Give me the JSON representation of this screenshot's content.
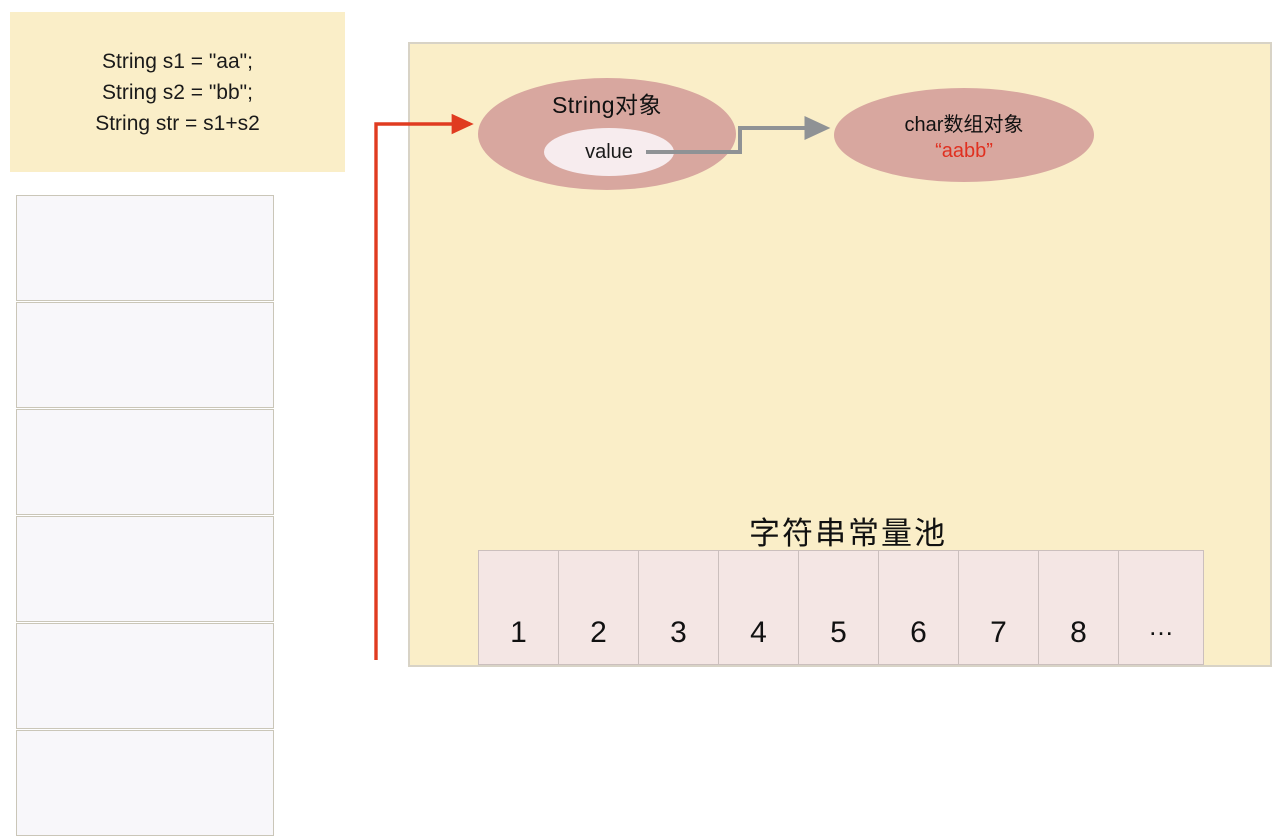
{
  "code_box": {
    "lines": [
      "String s1 = \"aa\";",
      "String s2 = \"bb\";",
      "String str = s1+s2"
    ]
  },
  "stack_table": {
    "rows": [
      "",
      "",
      "",
      "",
      "",
      ""
    ]
  },
  "heap": {
    "string_object": {
      "label": "String对象",
      "field_label": "value"
    },
    "char_array_object": {
      "label": "char数组对象",
      "value": "“aabb”"
    }
  },
  "string_pool": {
    "title": "字符串常量池",
    "cells": [
      "1",
      "2",
      "3",
      "4",
      "5",
      "6",
      "7",
      "8",
      "…"
    ]
  },
  "colors": {
    "code_box_bg": "#faeec8",
    "heap_panel_bg": "#faeec8",
    "heap_panel_border": "#d8d3c6",
    "ellipse_fill": "#d8a79f",
    "value_ellipse_fill": "#f7ecee",
    "pool_cell_bg": "#f4e6e4",
    "pool_cell_border": "#cbbfbd",
    "stack_row_bg": "#f8f7fa",
    "stack_row_border": "#cac6b8",
    "red_arrow": "#e03b20",
    "gray_arrow": "#8f9295",
    "char_array_value_text": "#e03020"
  }
}
